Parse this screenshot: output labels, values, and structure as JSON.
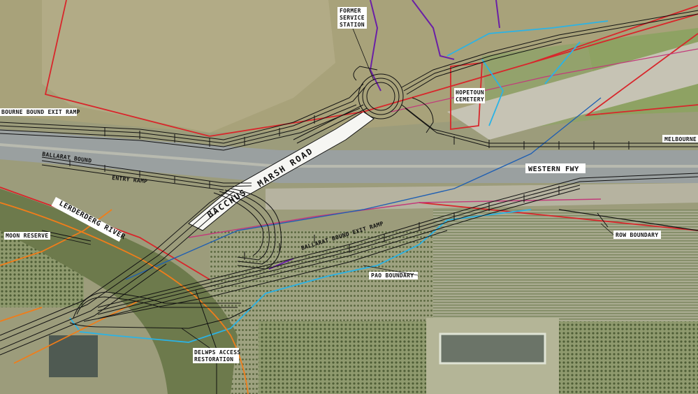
{
  "labels": {
    "former_service_station_1": "FORMER",
    "former_service_station_2": "SERVICE",
    "former_service_station_3": "STATION",
    "hopetoun_1": "HOPETOUN",
    "hopetoun_2": "CEMETERY",
    "melbourne_bound_exit_ramp": "BOURNE BOUND EXIT RAMP",
    "melbourne_right": "MELBOURNE",
    "ballarat_bound": "BALLARAT BOUND",
    "entry_ramp": "ENTRY RAMP",
    "western_fwy": "WESTERN FWY",
    "bacchus": "BACCHUS",
    "marsh_road": "MARSH  ROAD",
    "lerderderg_river": "LERDERDERG RIVER",
    "moon_reserve": "MOON RESERVE",
    "ballarat_bound_exit_ramp": "BALLARAT BOUND EXIT RAMP",
    "row_boundary": "ROW BOUNDARY",
    "pad_boundary": "PAO BOUNDARY",
    "delwp_1": "DELWPS ACCESS",
    "delwp_2": "RESTORATION"
  },
  "colors": {
    "row_boundary": "#d8262b",
    "pao_boundary": "#2ab3e6",
    "heritage": "#6a1fa6",
    "waterway": "#f07d1a",
    "road_design": "#111111",
    "freeway": "#9aa0a0",
    "pink_line": "#c23a7a"
  }
}
